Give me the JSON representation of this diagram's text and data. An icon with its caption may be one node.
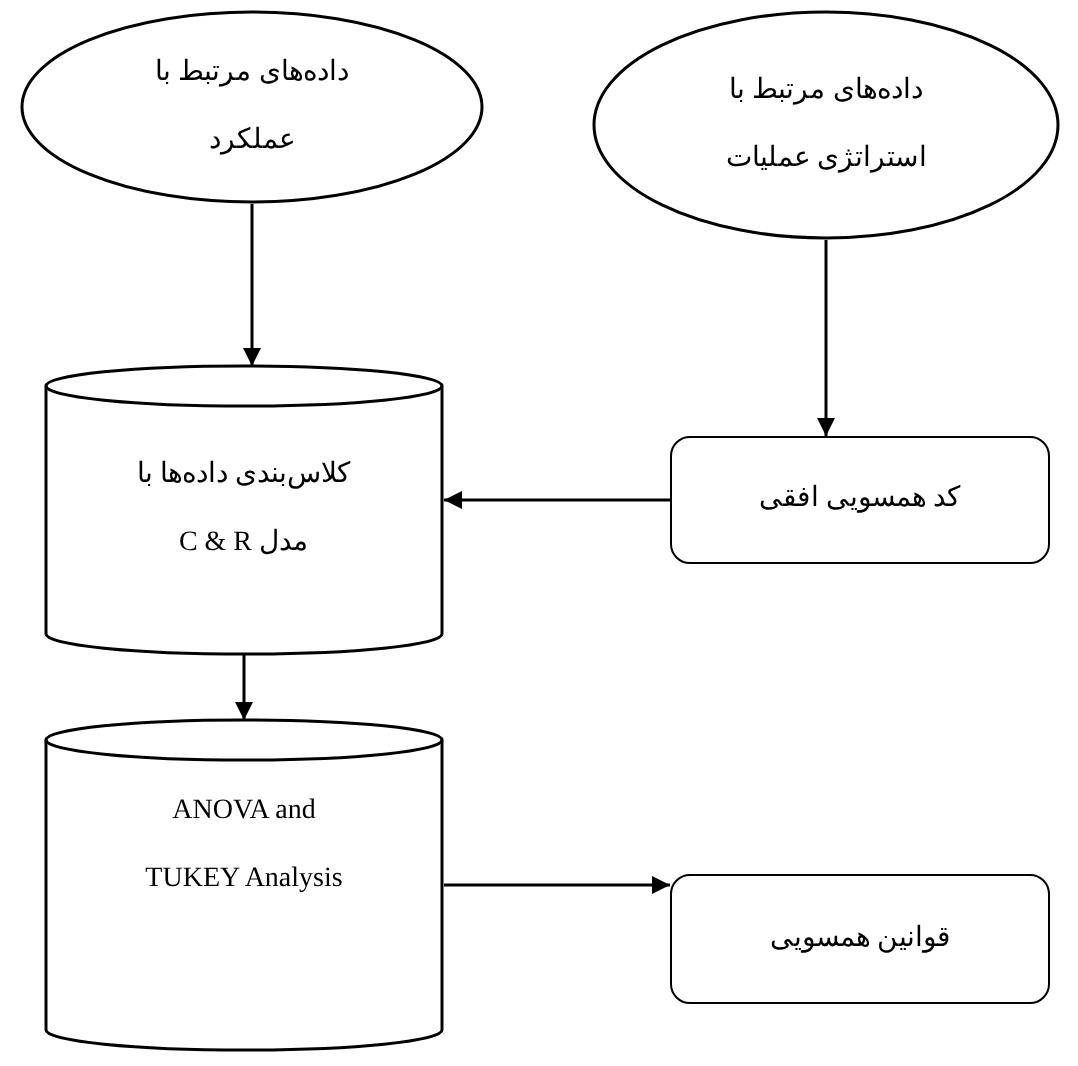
{
  "diagram": {
    "nodes": [
      {
        "text": [
          "داده‌های مرتبط با عملکرد"
        ]
      },
      {
        "text": [
          "داده‌های مرتبط با استراتژی عملیات"
        ]
      },
      {
        "text": [
          "کلاس‌بندی داده‌ها با مدل C & R"
        ]
      },
      {
        "text": [
          "کد همسویی افقی"
        ]
      },
      {
        "text": [
          "ANOVA and TUKEY Analysis"
        ]
      },
      {
        "text": [
          "قوانین همسویی"
        ]
      }
    ],
    "edges": [
      {
        "from": 0,
        "to": 2,
        "arrow": "to"
      },
      {
        "from": 1,
        "to": 3,
        "arrow": "to"
      },
      {
        "from": 3,
        "to": 2,
        "arrow": "to"
      },
      {
        "from": 2,
        "to": 4,
        "arrow": "to"
      },
      {
        "from": 4,
        "to": 5,
        "arrow": "to"
      }
    ]
  }
}
